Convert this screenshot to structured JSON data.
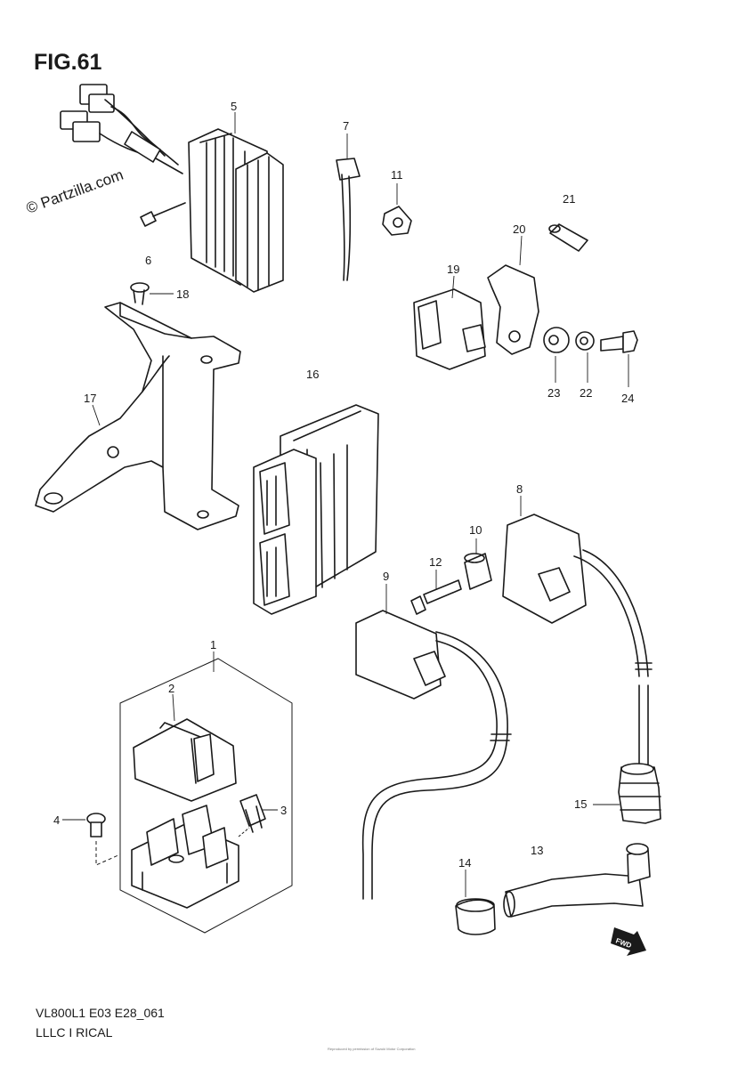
{
  "figure": {
    "title": "FIG.61",
    "watermark": "© Partzilla.com",
    "model_code": "VL800L1 E03 E28_061",
    "section_name": "LLLC I RICAL",
    "reproduction_note": "Reproduced by permission of Suzuki Motor Corporation",
    "fwd_label": "FWD"
  },
  "callouts": [
    {
      "id": "c1",
      "label": "1"
    },
    {
      "id": "c2",
      "label": "2"
    },
    {
      "id": "c3",
      "label": "3"
    },
    {
      "id": "c4",
      "label": "4"
    },
    {
      "id": "c5",
      "label": "5"
    },
    {
      "id": "c6",
      "label": "6"
    },
    {
      "id": "c7",
      "label": "7"
    },
    {
      "id": "c8",
      "label": "8"
    },
    {
      "id": "c9",
      "label": "9"
    },
    {
      "id": "c10",
      "label": "10"
    },
    {
      "id": "c11",
      "label": "11"
    },
    {
      "id": "c12",
      "label": "12"
    },
    {
      "id": "c13",
      "label": "13"
    },
    {
      "id": "c14",
      "label": "14"
    },
    {
      "id": "c15",
      "label": "15"
    },
    {
      "id": "c16",
      "label": "16"
    },
    {
      "id": "c17",
      "label": "17"
    },
    {
      "id": "c18",
      "label": "18"
    },
    {
      "id": "c19",
      "label": "19"
    },
    {
      "id": "c20",
      "label": "20"
    },
    {
      "id": "c21",
      "label": "21"
    },
    {
      "id": "c22",
      "label": "22"
    },
    {
      "id": "c23",
      "label": "23"
    },
    {
      "id": "c24",
      "label": "24"
    }
  ]
}
